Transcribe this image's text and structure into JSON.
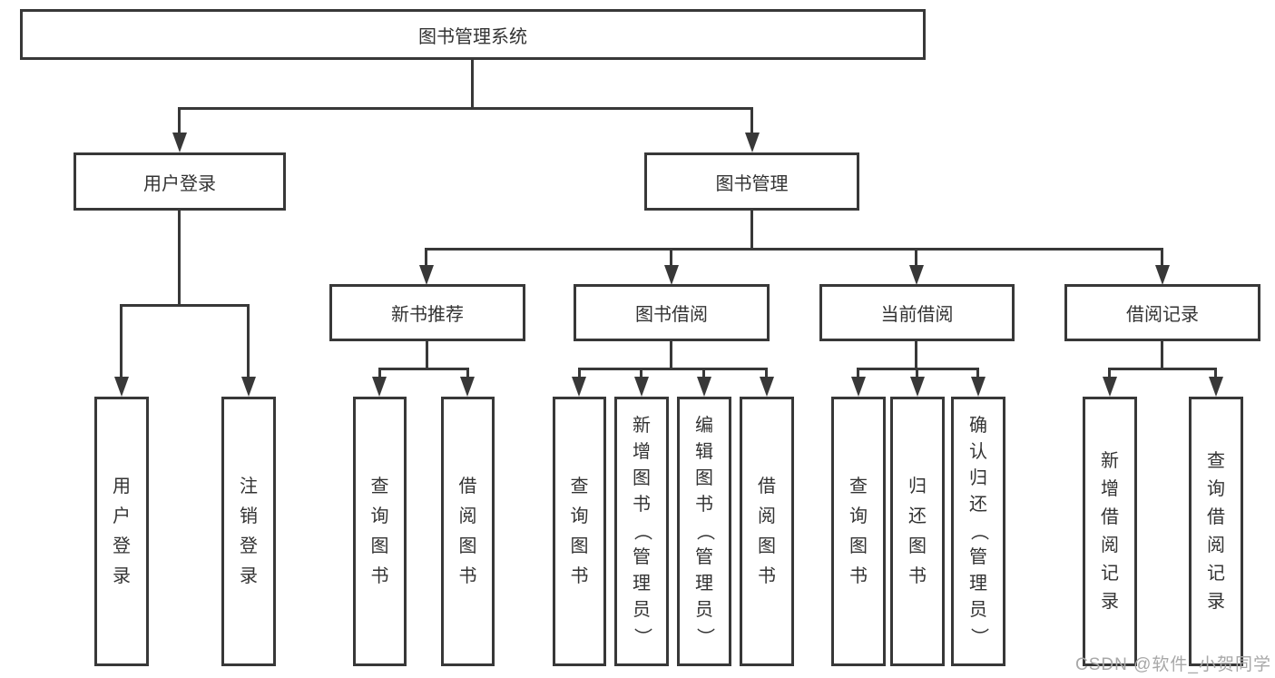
{
  "tree": {
    "root": {
      "label": "图书管理系统"
    },
    "branches": [
      {
        "label": "用户登录",
        "children": [
          {
            "label": "用户登录"
          },
          {
            "label": "注销登录"
          }
        ]
      },
      {
        "label": "图书管理",
        "children": [
          {
            "label": "新书推荐",
            "children": [
              {
                "label": "查询图书"
              },
              {
                "label": "借阅图书"
              }
            ]
          },
          {
            "label": "图书借阅",
            "children": [
              {
                "label": "查询图书"
              },
              {
                "label": "新增图书（管理员）"
              },
              {
                "label": "编辑图书（管理员）"
              },
              {
                "label": "借阅图书"
              }
            ]
          },
          {
            "label": "当前借阅",
            "children": [
              {
                "label": "查询图书"
              },
              {
                "label": "归还图书"
              },
              {
                "label": "确认归还（管理员）"
              }
            ]
          },
          {
            "label": "借阅记录",
            "children": [
              {
                "label": "新增借阅记录"
              },
              {
                "label": "查询借阅记录"
              }
            ]
          }
        ]
      }
    ]
  },
  "watermark": {
    "text": "CSDN @软件_小贺同学"
  },
  "colors": {
    "line": "#383838",
    "box_border": "#383838",
    "text": "#333333",
    "watermark": "#a8a8a8",
    "background": "#ffffff"
  }
}
